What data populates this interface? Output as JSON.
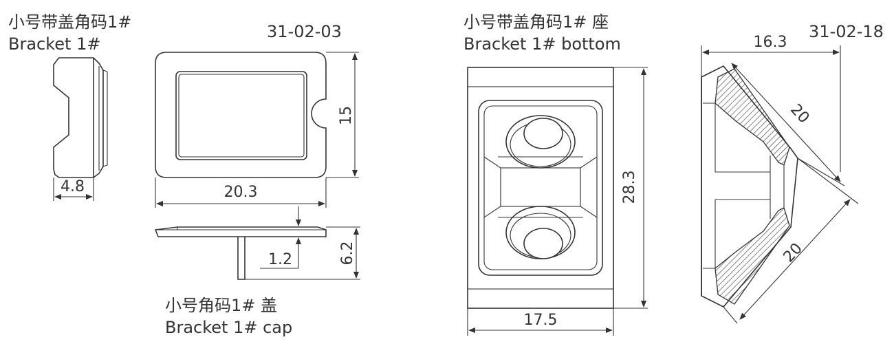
{
  "parts": [
    {
      "name_cn": "小号带盖角码1#",
      "name_en": "Bracket 1#",
      "code": "31-02-03",
      "dims": {
        "w": "20.3",
        "h": "15",
        "d": "4.8"
      }
    },
    {
      "name_cn": "小号角码1# 盖",
      "name_en": "Bracket 1# cap",
      "dims": {
        "t": "1.2",
        "h": "6.2"
      }
    },
    {
      "name_cn": "小号带盖角码1# 座",
      "name_en": "Bracket 1# bottom",
      "code": "31-02-18",
      "dims": {
        "w": "17.5",
        "h": "28.3",
        "side_w": "16.3",
        "leg1": "20",
        "leg2": "20"
      }
    }
  ]
}
